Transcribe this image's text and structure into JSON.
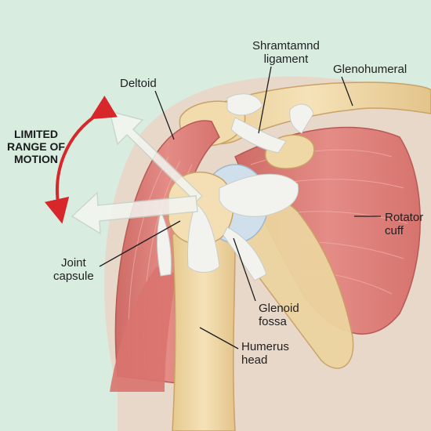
{
  "colors": {
    "background": "#d9ece0",
    "muscle": "#e0847e",
    "muscle_dark": "#c0605c",
    "bone": "#efd9a8",
    "bone_dark": "#d9b97d",
    "ligament": "#f2f2ef",
    "cartilage": "#cfe0ec",
    "arrow_red": "#d8272b",
    "arrow_ghost": "#f3f6f2",
    "leader_line": "#1f1f1f"
  },
  "labels": {
    "limited_motion": "LIMITED\nRANGE OF\nMOTION",
    "deltoid": "Deltoid",
    "ligament": "Shramtamnd\nligament",
    "glenohumeral": "Glenohumeral",
    "rotator_cuff": "Rotator\ncuff",
    "joint_capsule": "Joint\ncapsule",
    "glenoid_fossa": "Glenoid\nfossa",
    "humerus_head": "Humerus\nhead"
  }
}
